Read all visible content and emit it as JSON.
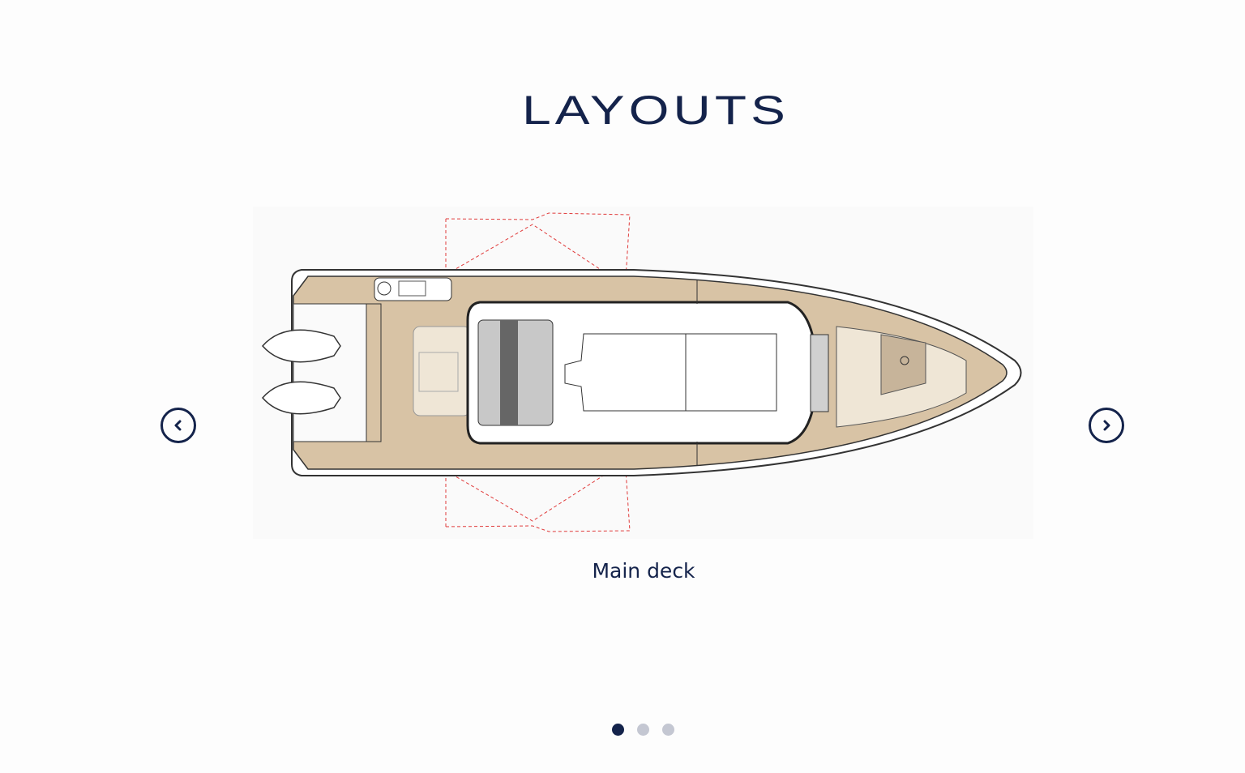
{
  "section": {
    "title": "LAYOUTS"
  },
  "carousel": {
    "slides": [
      {
        "caption": "Main deck"
      }
    ],
    "current_caption": "Main deck",
    "dot_count": 3,
    "active_index": 0,
    "prev_icon": "chevron-left-icon",
    "next_icon": "chevron-right-icon"
  },
  "colors": {
    "brand": "#14234b",
    "teak": "#d8c3a5",
    "inactive_dot": "#c4c7d2",
    "door_swing": "#e03a3a"
  }
}
